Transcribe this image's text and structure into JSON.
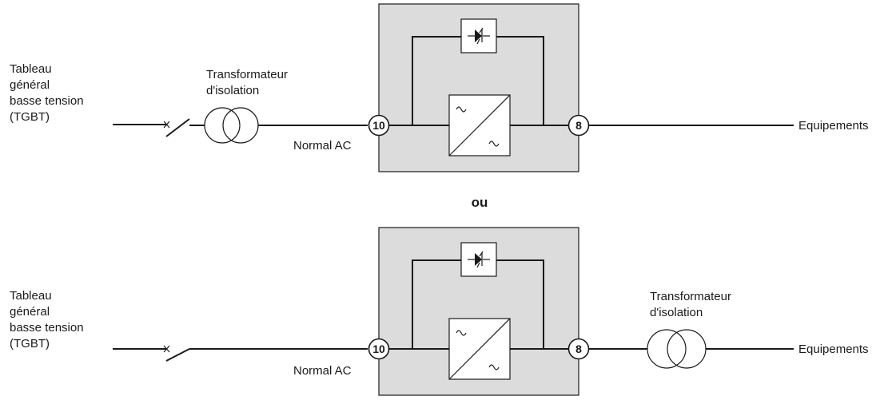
{
  "separator": "ou",
  "diagrams": [
    {
      "source_label": [
        "Tableau",
        "général",
        "basse tension",
        "(TGBT)"
      ],
      "input_label": "Normal AC",
      "input_terminal": "10",
      "output_terminal": "8",
      "load_label": "Equipements",
      "transformer_label": [
        "Transformateur",
        "d'isolation"
      ],
      "transformer_position": "input"
    },
    {
      "source_label": [
        "Tableau",
        "général",
        "basse tension",
        "(TGBT)"
      ],
      "input_label": "Normal AC",
      "input_terminal": "10",
      "output_terminal": "8",
      "load_label": "Equipements",
      "transformer_label": [
        "Transformateur",
        "d'isolation"
      ],
      "transformer_position": "output"
    }
  ]
}
